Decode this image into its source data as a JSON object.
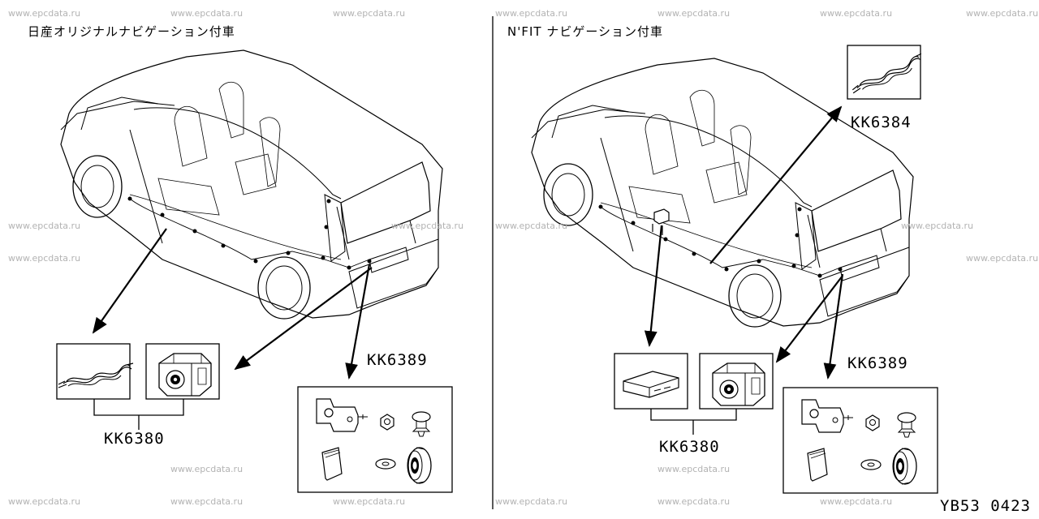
{
  "watermark": "www.epcdata.ru",
  "left": {
    "heading": "日産オリジナルナビゲーション付車",
    "part_harness_kit": "KK6389",
    "part_camera_kit": "KK6380"
  },
  "right": {
    "heading": "N'FIT ナビゲーション付車",
    "part_cable": "KK6384",
    "part_harness_kit": "KK6389",
    "part_camera_kit": "KK6380"
  },
  "document_code": "YB53 0423",
  "icons": [
    "car-interior-cutaway-icon",
    "cable-icon",
    "camera-icon",
    "bracket-icon",
    "nut-icon",
    "clip-icon",
    "pad-icon",
    "washer-icon",
    "grommet-icon",
    "control-unit-icon"
  ]
}
